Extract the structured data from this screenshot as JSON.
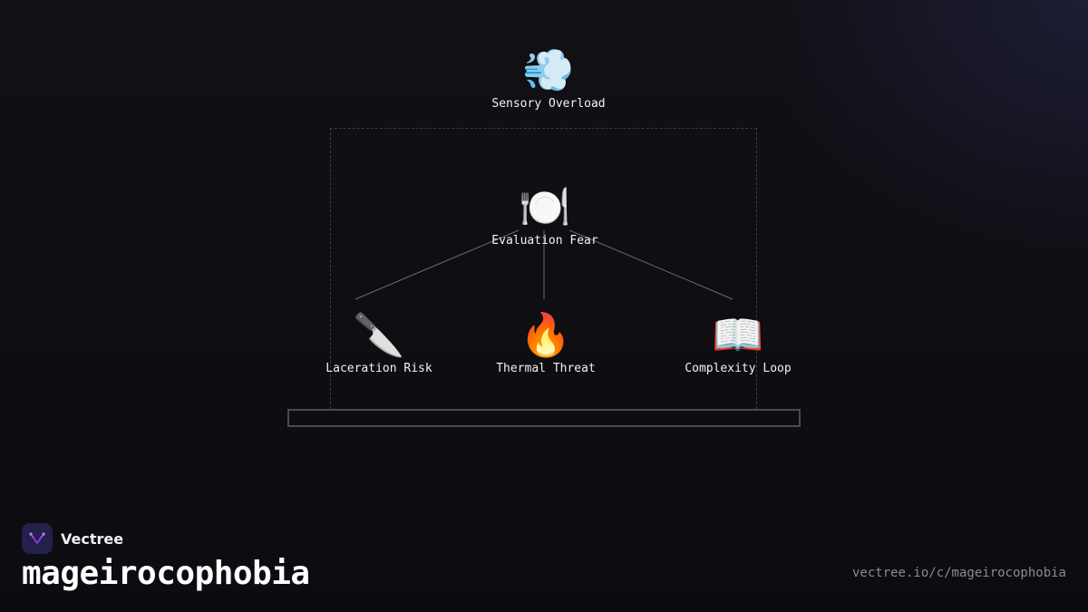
{
  "diagram": {
    "top": {
      "icon": "💨",
      "icon_name": "wind-icon",
      "label": "Sensory Overload"
    },
    "center": {
      "icon": "🍽️",
      "icon_name": "plate-cutlery-icon",
      "label": "Evaluation Fear"
    },
    "children": [
      {
        "icon": "🔪",
        "icon_name": "knife-icon",
        "label": "Laceration Risk"
      },
      {
        "icon": "🔥",
        "icon_name": "fire-icon",
        "label": "Thermal Threat"
      },
      {
        "icon": "📖",
        "icon_name": "open-book-icon",
        "label": "Complexity Loop"
      }
    ]
  },
  "footer": {
    "brand": "Vectree",
    "slug": "mageirocophobia",
    "url": "vectree.io/c/mageirocophobia"
  },
  "colors": {
    "background": "#0f0f14",
    "line": "#6a6a72",
    "logo_bg": "#23204a",
    "logo_accent": "#a64dff"
  }
}
